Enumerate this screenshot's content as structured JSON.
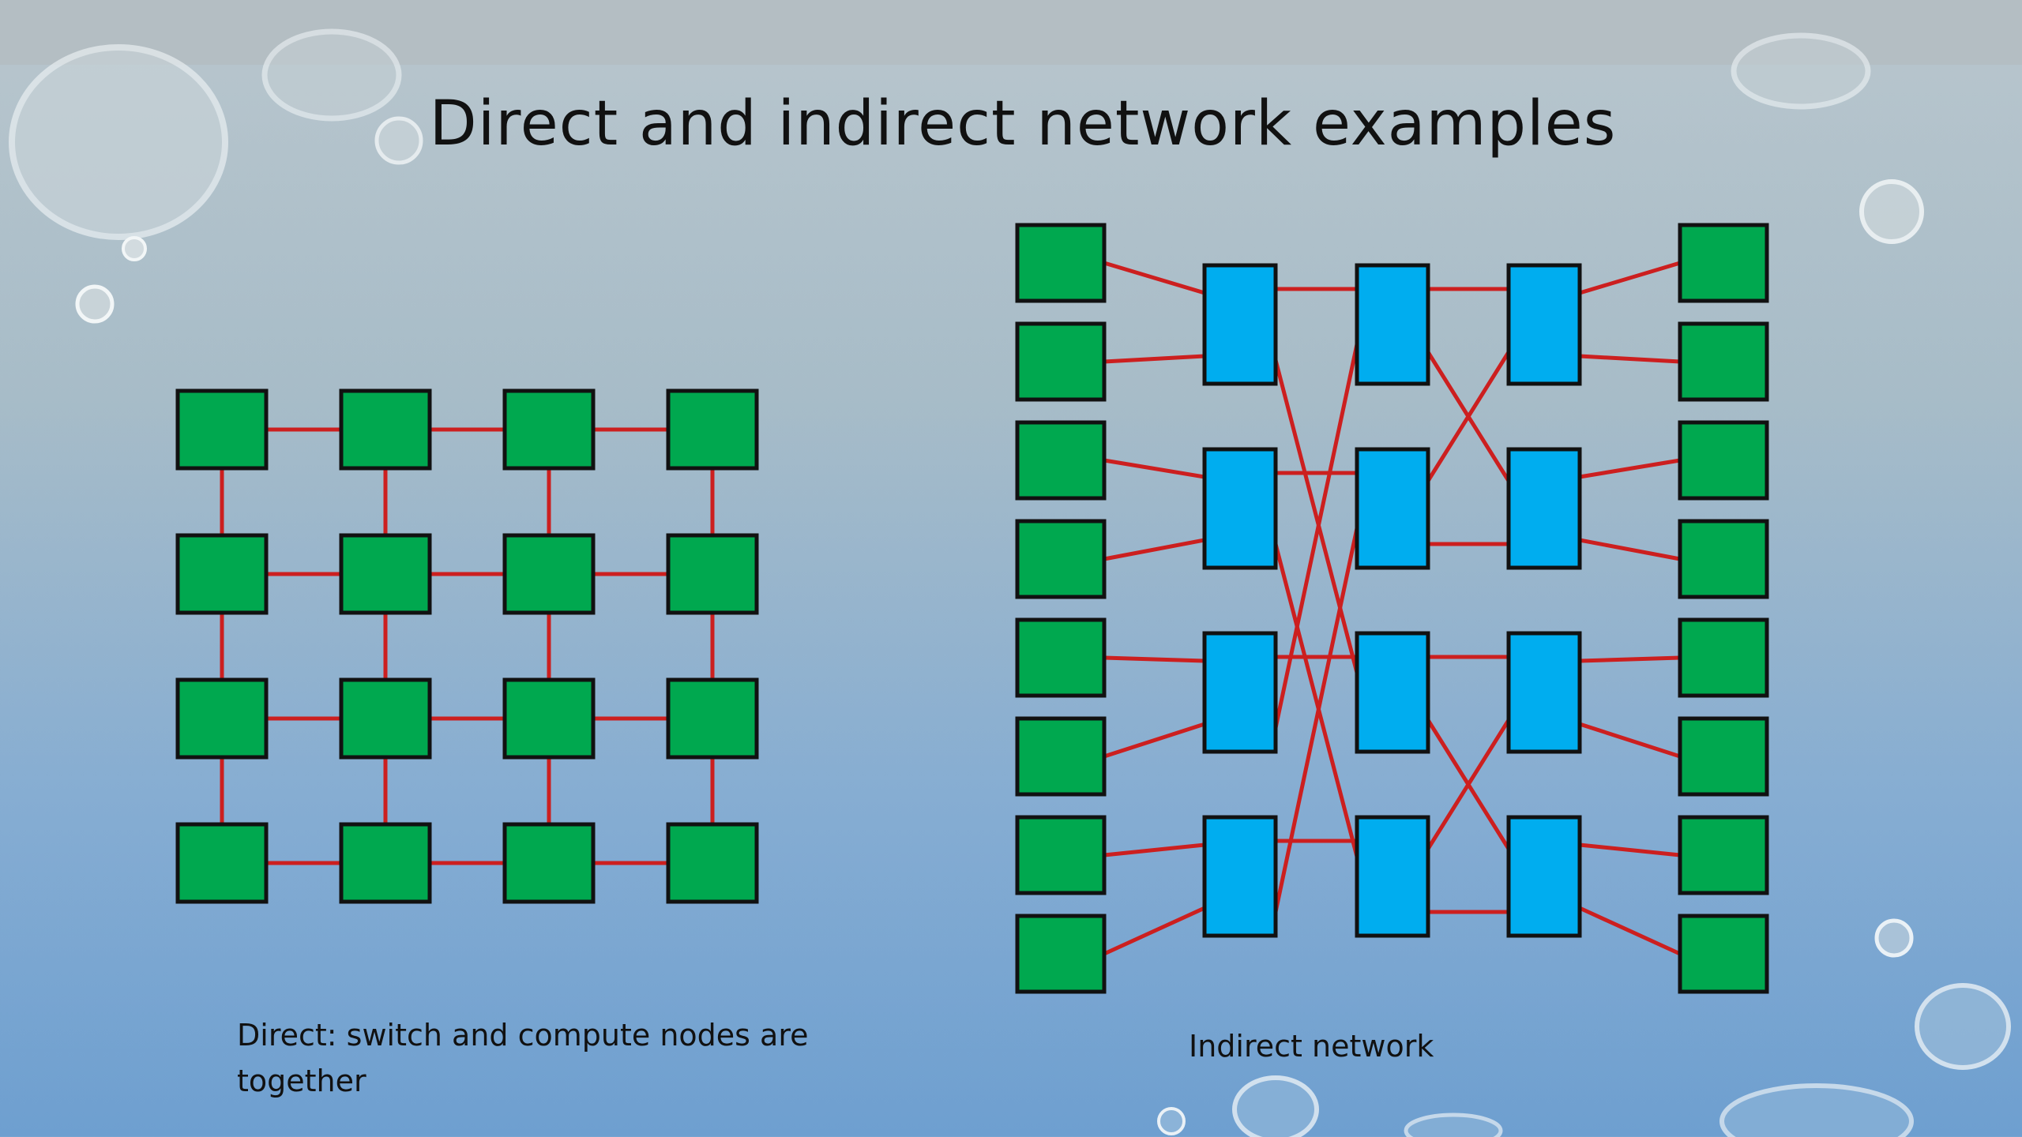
{
  "slide": {
    "title": "Direct and indirect network examples",
    "direct_caption": "Direct: switch and compute nodes are together",
    "indirect_caption": "Indirect network"
  },
  "colors": {
    "compute_node": "#00a84f",
    "switch_node": "#00adef",
    "link": "#cc1f1f",
    "outline": "#111111"
  },
  "direct_network": {
    "rows": 4,
    "cols": 4
  },
  "indirect_network": {
    "compute_nodes_per_side": 8,
    "switch_stages": 3,
    "switches_per_stage": 4
  }
}
